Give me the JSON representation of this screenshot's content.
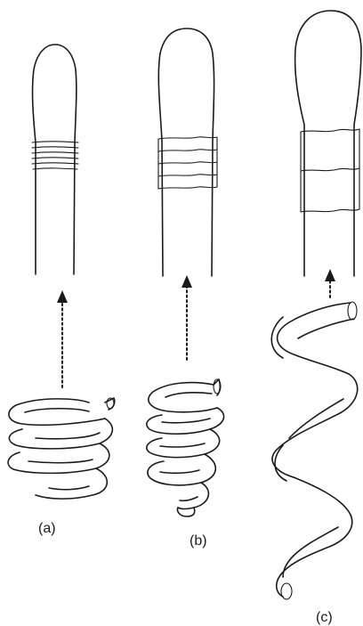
{
  "labels": {
    "a": "(a)",
    "b": "(b)",
    "c": "(c)"
  },
  "colors": {
    "ink": "#1a1a1a",
    "background": "#ffffff"
  },
  "panels": [
    {
      "id": "a",
      "wraps_on_shaft": 6,
      "coil_turns": 3
    },
    {
      "id": "b",
      "wraps_on_shaft": 4,
      "coil_turns": 4
    },
    {
      "id": "c",
      "wraps_on_shaft": 3,
      "coil_turns": 3
    }
  ]
}
